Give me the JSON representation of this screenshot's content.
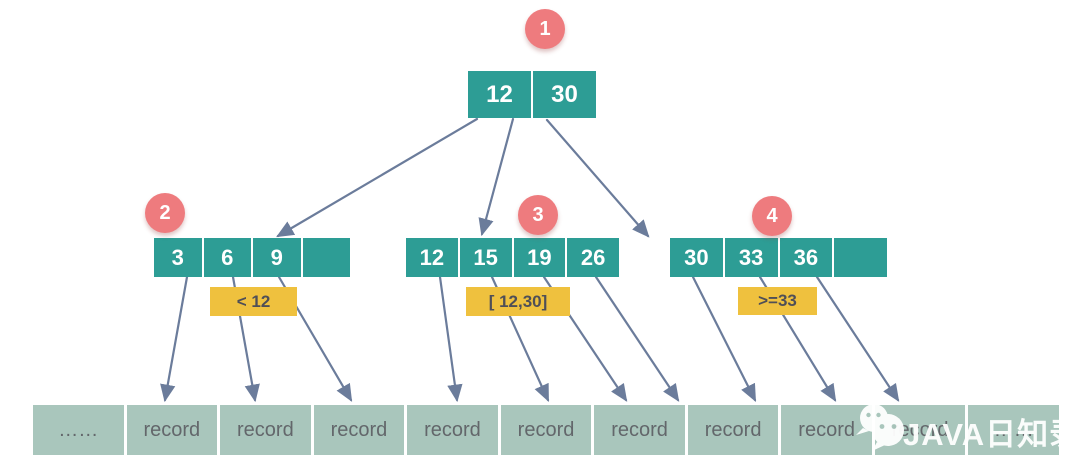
{
  "colors": {
    "teal": "#2d9d95",
    "pink": "#ee7b7e",
    "yellow": "#efc13e",
    "record_green": "#a9c6bc",
    "arrow": "#6b7c9b",
    "label_text": "#4f4f57",
    "record_text": "#63676b"
  },
  "root": {
    "badge": "1",
    "cells": [
      "12",
      "30"
    ]
  },
  "nodes": [
    {
      "badge": "2",
      "cells": [
        "3",
        "6",
        "9",
        ""
      ],
      "range_label": "< 12"
    },
    {
      "badge": "3",
      "cells": [
        "12",
        "15",
        "19",
        "26"
      ],
      "range_label": "[ 12,30]"
    },
    {
      "badge": "4",
      "cells": [
        "30",
        "33",
        "36",
        ""
      ],
      "range_label": ">=33"
    }
  ],
  "leaf_row": {
    "cells": [
      "……",
      "record",
      "record",
      "record",
      "record",
      "record",
      "record",
      "record",
      "record",
      "record",
      "……"
    ]
  },
  "watermark": {
    "icon": "wechat-icon",
    "text": "JAVA日知录"
  },
  "edges": [
    {
      "from": "root-12",
      "to": "node2"
    },
    {
      "from": "root-mid",
      "to": "node3"
    },
    {
      "from": "root-30",
      "to": "node4"
    },
    {
      "from": "n2-3",
      "to": "leaf-1"
    },
    {
      "from": "n2-6",
      "to": "leaf-2"
    },
    {
      "from": "n2-9",
      "to": "leaf-3"
    },
    {
      "from": "n3-12",
      "to": "leaf-4"
    },
    {
      "from": "n3-15",
      "to": "leaf-5"
    },
    {
      "from": "n3-19",
      "to": "leaf-6"
    },
    {
      "from": "n3-26",
      "to": "leaf-7"
    },
    {
      "from": "n4-30",
      "to": "leaf-8"
    },
    {
      "from": "n4-33",
      "to": "leaf-9"
    },
    {
      "from": "n4-36",
      "to": "leaf-10"
    }
  ]
}
